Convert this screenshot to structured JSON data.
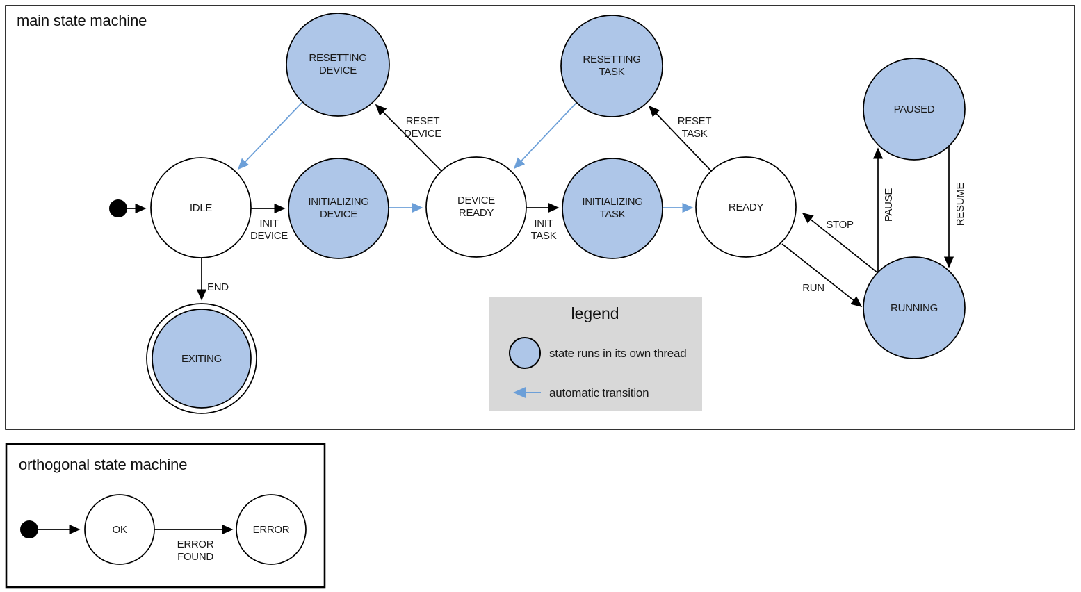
{
  "colors": {
    "threaded_state_fill": "#aec6e8",
    "automatic_transition_blue": "#6c9fd8",
    "diagram_line": "#000000",
    "legend_background": "#d8d8d8"
  },
  "main_machine": {
    "title": "main state machine",
    "states": {
      "idle": {
        "label": "IDLE"
      },
      "initializing_device": {
        "line1": "INITIALIZING",
        "line2": "DEVICE"
      },
      "device_ready": {
        "line1": "DEVICE",
        "line2": "READY"
      },
      "initializing_task": {
        "line1": "INITIALIZING",
        "line2": "TASK"
      },
      "ready": {
        "label": "READY"
      },
      "resetting_device": {
        "line1": "RESETTING",
        "line2": "DEVICE"
      },
      "resetting_task": {
        "line1": "RESETTING",
        "line2": "TASK"
      },
      "paused": {
        "label": "PAUSED"
      },
      "running": {
        "label": "RUNNING"
      },
      "exiting": {
        "label": "EXITING"
      }
    },
    "transitions": {
      "init_device": {
        "line1": "INIT",
        "line2": "DEVICE"
      },
      "init_task": {
        "line1": "INIT",
        "line2": "TASK"
      },
      "reset_device": {
        "line1": "RESET",
        "line2": "DEVICE"
      },
      "reset_task": {
        "line1": "RESET",
        "line2": "TASK"
      },
      "end": {
        "label": "END"
      },
      "run": {
        "label": "RUN"
      },
      "stop": {
        "label": "STOP"
      },
      "pause": {
        "label": "PAUSE"
      },
      "resume": {
        "label": "RESUME"
      }
    },
    "legend": {
      "title": "legend",
      "threaded_state_label": "state runs in its own thread",
      "automatic_transition_label": "automatic transition"
    }
  },
  "orthogonal_machine": {
    "title": "orthogonal state machine",
    "states": {
      "ok": {
        "label": "OK"
      },
      "error": {
        "label": "ERROR"
      }
    },
    "transitions": {
      "error_found": {
        "line1": "ERROR",
        "line2": "FOUND"
      }
    }
  }
}
